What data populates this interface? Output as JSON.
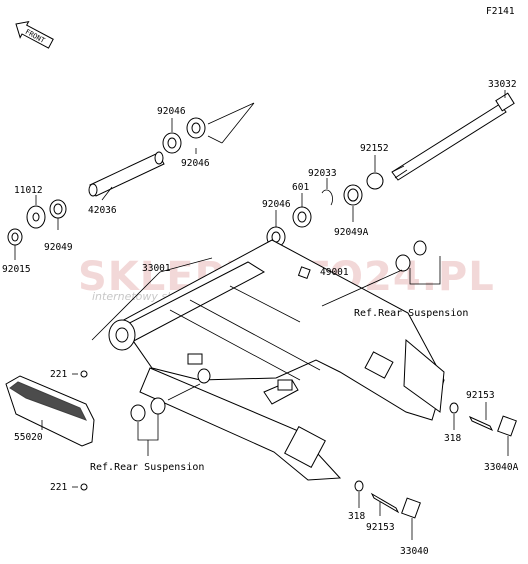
{
  "figure_code": "F2141",
  "front_label": "FRONT",
  "watermark": {
    "logo_text": "SKLEPMOTO24.PL",
    "tagline": "internetowy sklep motocyklowy"
  },
  "reference_notes": [
    {
      "id": "ref-rear-suspension-upper",
      "text": "Ref.Rear Suspension"
    },
    {
      "id": "ref-rear-suspension-lower",
      "text": "Ref.Rear Suspension"
    }
  ],
  "part_labels": {
    "p92046_a": "92046",
    "p92046_b": "92046",
    "p33032": "33032",
    "p11012": "11012",
    "p42036": "42036",
    "p92049": "92049",
    "p92015": "92015",
    "p92152": "92152",
    "p92033": "92033",
    "p601": "601",
    "p92046_c": "92046",
    "p92049A": "92049A",
    "p33001": "33001",
    "p49001": "49001",
    "p221_a": "221",
    "p55020": "55020",
    "p221_b": "221",
    "p92153_a": "92153",
    "p318_a": "318",
    "p33040A": "33040A",
    "p318_b": "318",
    "p92153_b": "92153",
    "p33040": "33040"
  }
}
